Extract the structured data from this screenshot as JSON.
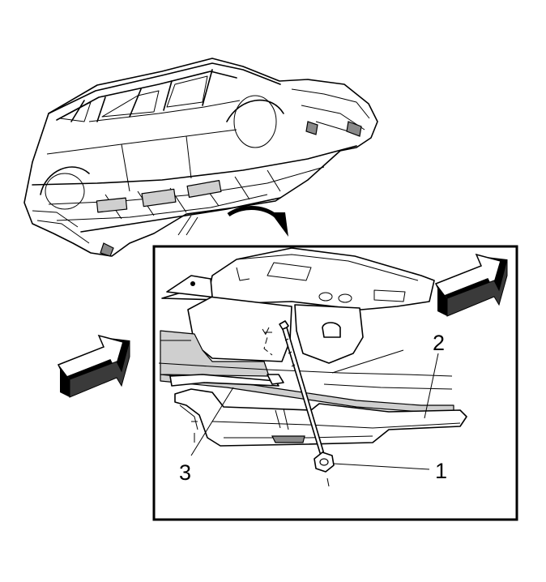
{
  "diagram": {
    "callouts": [
      {
        "id": "1",
        "label": "1"
      },
      {
        "id": "2",
        "label": "2"
      },
      {
        "id": "3",
        "label": "3"
      }
    ],
    "icons": [
      "vehicle-underbody-illustration",
      "view-direction-arrow",
      "detail-view-arrow",
      "mounting-nut",
      "mounting-bolt",
      "running-board-bracket"
    ]
  }
}
